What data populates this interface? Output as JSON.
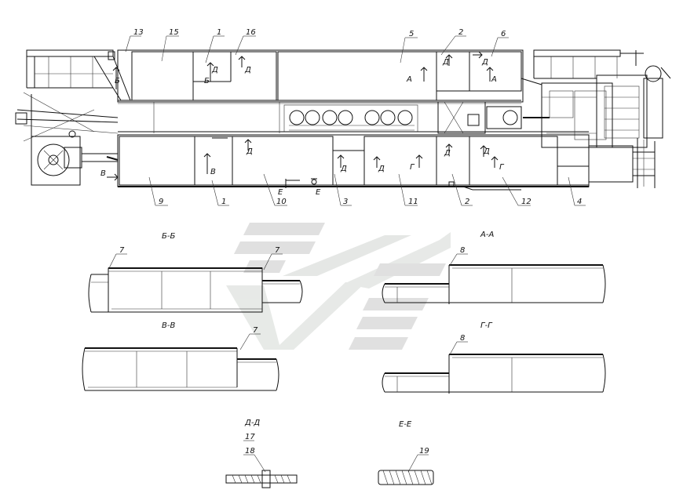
{
  "positions": {
    "p1": "1",
    "p2": "2",
    "p3": "3",
    "p4": "4",
    "p5": "5",
    "p6": "6",
    "p7": "7",
    "p8": "8",
    "p9": "9",
    "p10": "10",
    "p11": "11",
    "p12": "12",
    "p13": "13",
    "p15": "15",
    "p16": "16",
    "p17": "17",
    "p18": "18",
    "p19": "19"
  },
  "cuts": {
    "a": "А",
    "b": "Б",
    "v": "В",
    "g": "Г",
    "d": "Д",
    "e": "Е"
  },
  "sections": {
    "bb": "Б-Б",
    "aa": "А-А",
    "vv": "В-В",
    "gg": "Г-Г",
    "dd": "Д-Д",
    "ee": "Е-Е"
  }
}
